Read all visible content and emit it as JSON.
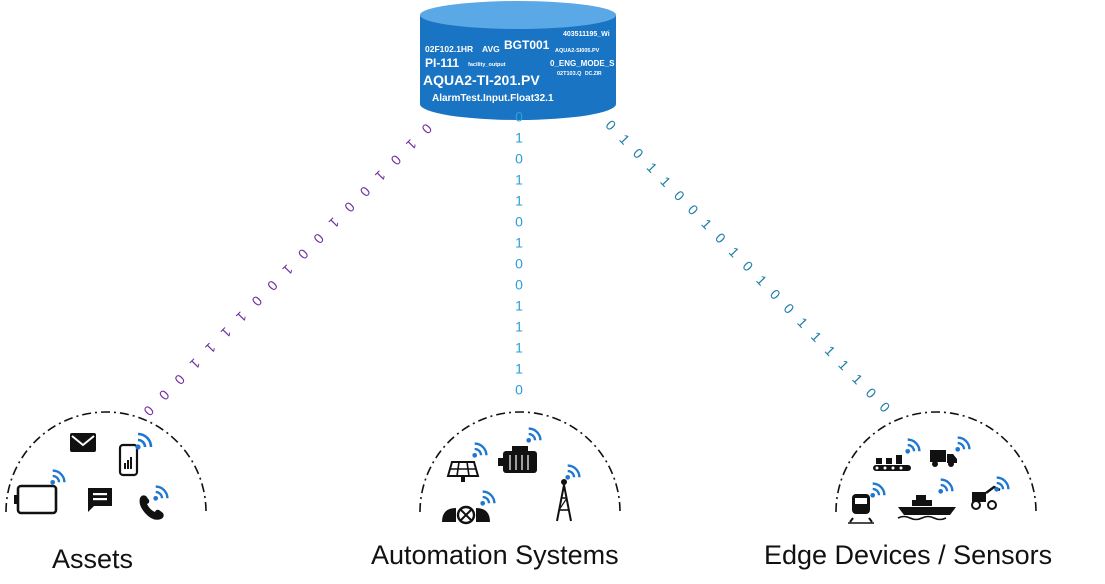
{
  "database": {
    "tags": [
      {
        "text": "403511195_Wi"
      },
      {
        "text": "02F102.1HR"
      },
      {
        "text": "AVG"
      },
      {
        "text": "BGT001"
      },
      {
        "text": "AQUA2-SI005.PV"
      },
      {
        "text": "PI-111"
      },
      {
        "text": "facility_output"
      },
      {
        "text": "0_ENG_MODE_S"
      },
      {
        "text": "AQUA2-TI-201.PV"
      },
      {
        "text": "02T103.Q"
      },
      {
        "text": "DC.ZIR"
      },
      {
        "text": "AlarmTest.Input.Float32.1"
      }
    ]
  },
  "streams": {
    "left": {
      "bits": "0101001001001111000",
      "color": "#7030a0"
    },
    "center": {
      "bits": "01011010011110",
      "color": "#2aa0d8"
    },
    "right": {
      "bits": "010110010101001111100",
      "color": "#1f7fa8"
    }
  },
  "groups": [
    {
      "label": "Assets",
      "icons": [
        "envelope-icon",
        "smartphone-icon",
        "tablet-icon",
        "chat-icon",
        "phone-icon"
      ]
    },
    {
      "label": "Automation Systems",
      "icons": [
        "solar-panel-icon",
        "motor-icon",
        "valve-icon",
        "oil-rig-icon"
      ]
    },
    {
      "label": "Edge Devices / Sensors",
      "icons": [
        "conveyor-icon",
        "truck-icon",
        "train-icon",
        "ship-icon",
        "loader-icon"
      ]
    }
  ],
  "colors": {
    "database": "#1a74c4",
    "database_top": "#5aa8e6",
    "wifi": "#1f77d0"
  }
}
